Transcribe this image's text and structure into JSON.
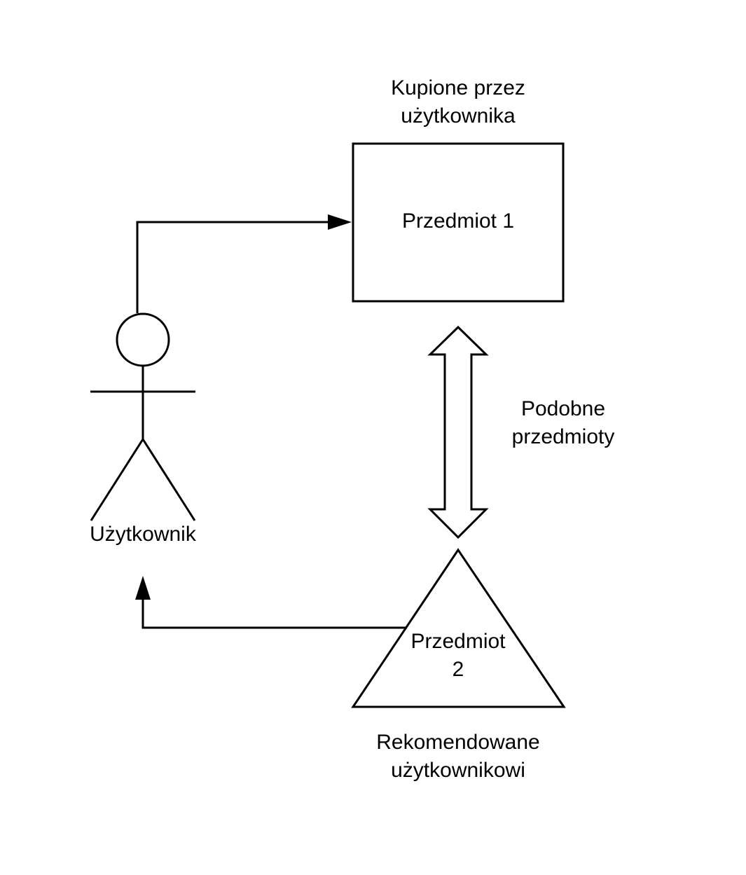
{
  "diagram": {
    "purchased_caption": {
      "line1": "Kupione przez",
      "line2": "użytkownika"
    },
    "item1": {
      "label": "Przedmiot 1"
    },
    "similar_caption": {
      "line1": "Podobne",
      "line2": "przedmioty"
    },
    "user": {
      "label": "Użytkownik"
    },
    "item2": {
      "line1": "Przedmiot",
      "line2": "2"
    },
    "recommended_caption": {
      "line1": "Rekomendowane",
      "line2": "użytkownikowi"
    },
    "colors": {
      "stroke": "#000000",
      "background": "#ffffff"
    }
  }
}
